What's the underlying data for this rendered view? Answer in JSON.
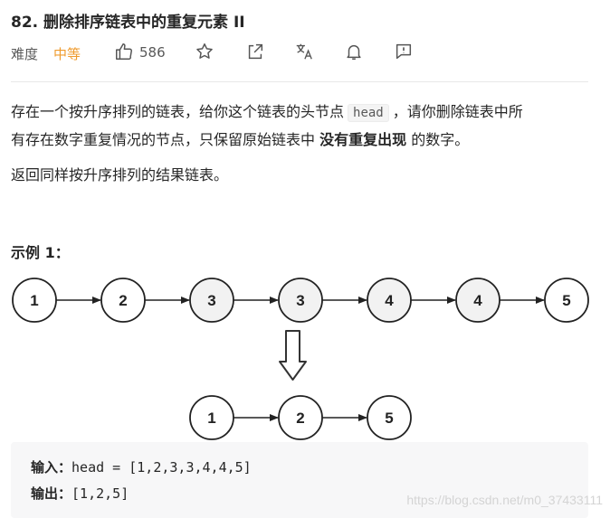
{
  "problem": {
    "title": "82. 删除排序链表中的重复元素 II",
    "difficulty_label": "难度",
    "difficulty": "中等",
    "likes": "586",
    "accent_color": "#ef9b2d"
  },
  "toolbar": {
    "icons": [
      "thumbs-up-icon",
      "star-icon",
      "share-icon",
      "translate-icon",
      "bell-icon",
      "feedback-icon"
    ]
  },
  "description": {
    "p1_a": "存在一个按升序排列的链表，给你这个链表的头节点",
    "p1_code": "head",
    "p1_b": "，请你删除链表中所",
    "p1_c": "有存在数字重复情况的节点，只保留原始链表中",
    "p1_bold": "没有重复出现",
    "p1_d": "的数字。",
    "p2": "返回同样按升序排列的结果链表。"
  },
  "example": {
    "title": "示例 1：",
    "input_nodes": [
      "1",
      "2",
      "3",
      "3",
      "4",
      "4",
      "5"
    ],
    "input_duplicate_flags": [
      false,
      false,
      true,
      true,
      true,
      true,
      false
    ],
    "output_nodes": [
      "1",
      "2",
      "5"
    ],
    "input_label": "输入：",
    "input_value": "head = [1,2,3,3,4,4,5]",
    "output_label": "输出：",
    "output_value": "[1,2,5]"
  },
  "watermark": "https://blog.csdn.net/m0_37433111"
}
